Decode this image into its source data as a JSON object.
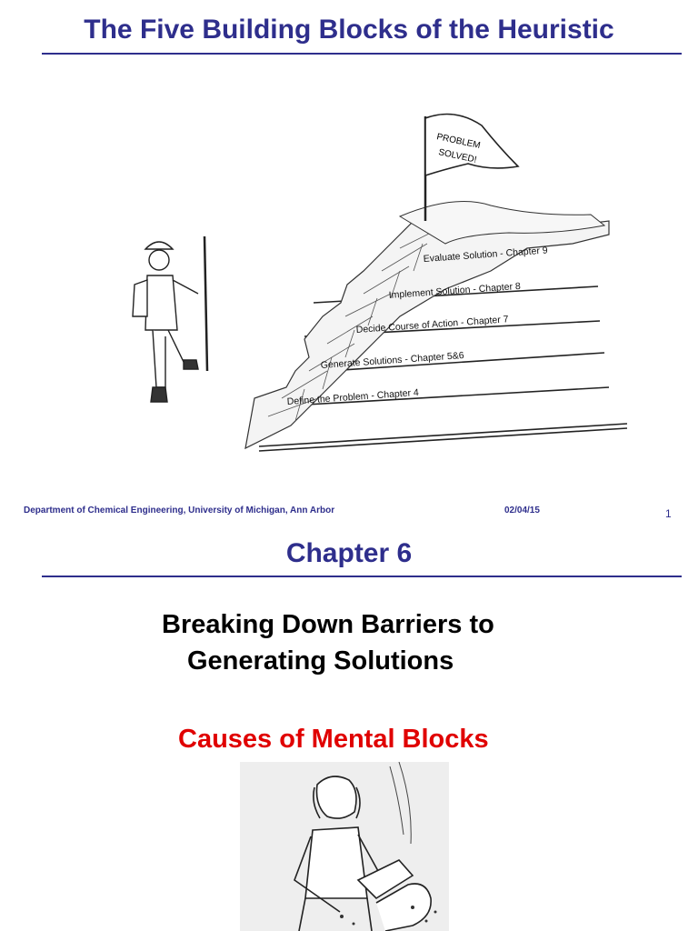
{
  "slide1": {
    "title": "The Five Building Blocks of the Heuristic",
    "flag_text": [
      "PROBLEM",
      "SOLVED!"
    ],
    "steps": [
      "Evaluate Solution - Chapter 9",
      "Implement Solution - Chapter 8",
      "Decide Course of Action - Chapter 7",
      "Generate Solutions - Chapter 5&6",
      "Define the Problem - Chapter 4"
    ],
    "footer": {
      "department": "Department of Chemical Engineering, University of Michigan, Ann Arbor",
      "date": "02/04/15",
      "page": "1"
    }
  },
  "slide2": {
    "title": "Chapter 6",
    "subtitle_line1": "Breaking Down Barriers to",
    "subtitle_line2": "Generating Solutions",
    "heading": "Causes of Mental Blocks"
  },
  "colors": {
    "title_blue": "#2e2e8c",
    "heading_red": "#e00000"
  }
}
